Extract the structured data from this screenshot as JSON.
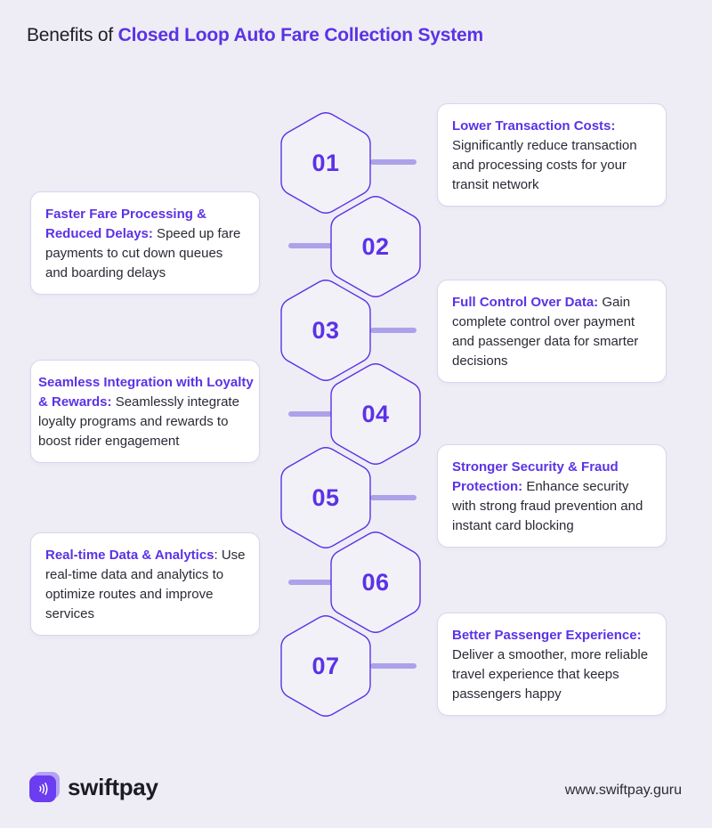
{
  "header": {
    "title_prefix": "Benefits of",
    "title_highlight": "Closed Loop Auto Fare Collection System"
  },
  "benefits": [
    {
      "number": "01",
      "lead": "Lower Transaction Costs:",
      "text": " Significantly reduce transaction and processing costs for your transit network"
    },
    {
      "number": "02",
      "lead": "Faster Fare Processing & Reduced Delays:",
      "text": " Speed up fare payments to cut down queues and boarding delays"
    },
    {
      "number": "03",
      "lead": "Full Control Over Data:",
      "text": " Gain complete control over payment and passenger data for smarter decisions"
    },
    {
      "number": "04",
      "lead": "Seamless Integration with Loyalty & Rewards:",
      "text": " Seamlessly integrate loyalty programs and rewards to boost rider engagement"
    },
    {
      "number": "05",
      "lead": "Stronger Security & Fraud Protection:",
      "text": " Enhance security with strong fraud prevention and instant card blocking"
    },
    {
      "number": "06",
      "lead": "Real-time Data & Analytics",
      "text": ": Use real-time data and analytics to optimize routes and improve services"
    },
    {
      "number": "07",
      "lead": "Better Passenger Experience:",
      "text": " Deliver a smoother, more reliable travel experience that keeps passengers happy"
    }
  ],
  "footer": {
    "brand": "swiftpay",
    "brand_icon": "contactless-icon",
    "url": "www.swiftpay.guru"
  },
  "colors": {
    "accent": "#5b32e6",
    "background": "#eeedf5",
    "connector": "#ada1ea",
    "card_border": "#d9d5ef"
  }
}
